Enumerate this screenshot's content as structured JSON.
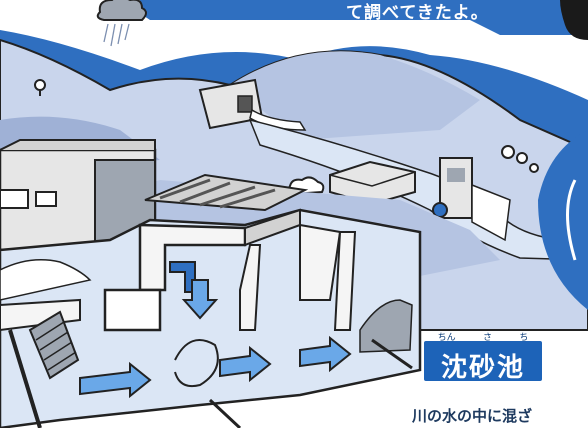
{
  "caption": {
    "text": "て調べてきたよ。"
  },
  "label": {
    "title": "沈砂池",
    "ruby": [
      "ちん",
      "さ",
      "ち"
    ]
  },
  "description": {
    "text": "川の水の中に混ざ"
  },
  "colors": {
    "sky": "#2f6fc0",
    "mountain": "#c9d5ec",
    "mountain_dark": "#9fb1d6",
    "water": "#dbe6f5",
    "concrete": "#e6e6e6",
    "outline": "#222222",
    "label_bg": "#1d63b8",
    "arrow": "#6aa8e8"
  },
  "icons": [
    "cloud-icon",
    "rain-icon",
    "tree-icon",
    "dam-icon",
    "purification-plant-icon",
    "screen-filter-icon",
    "water-flow-arrow-icon",
    "intake-tower-icon"
  ]
}
